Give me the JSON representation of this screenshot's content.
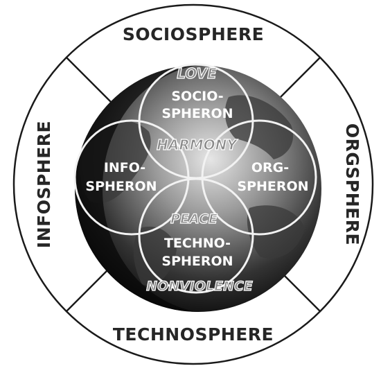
{
  "outer_spheres": {
    "top": "SOCIOSPHERE",
    "right": "ORGSPHERE",
    "bottom": "TECHNOSPHERE",
    "left": "INFOSPHERE"
  },
  "spherons": {
    "socio": [
      "SOCIO-",
      "SPHERON"
    ],
    "info": [
      "INFO-",
      "SPHERON"
    ],
    "org": [
      "ORG-",
      "SPHERON"
    ],
    "techno": [
      "TECHNO-",
      "SPHERON"
    ]
  },
  "values": {
    "top": "LOVE",
    "upper_center": "HARMONY",
    "lower_center": "PEACE",
    "bottom": "NONVIOLENCE"
  },
  "colors": {
    "outline": "#1a1a1a",
    "globe_dark": "#111111",
    "globe_light": "#d9d9d9",
    "circle_stroke": "#f2f2f2"
  }
}
